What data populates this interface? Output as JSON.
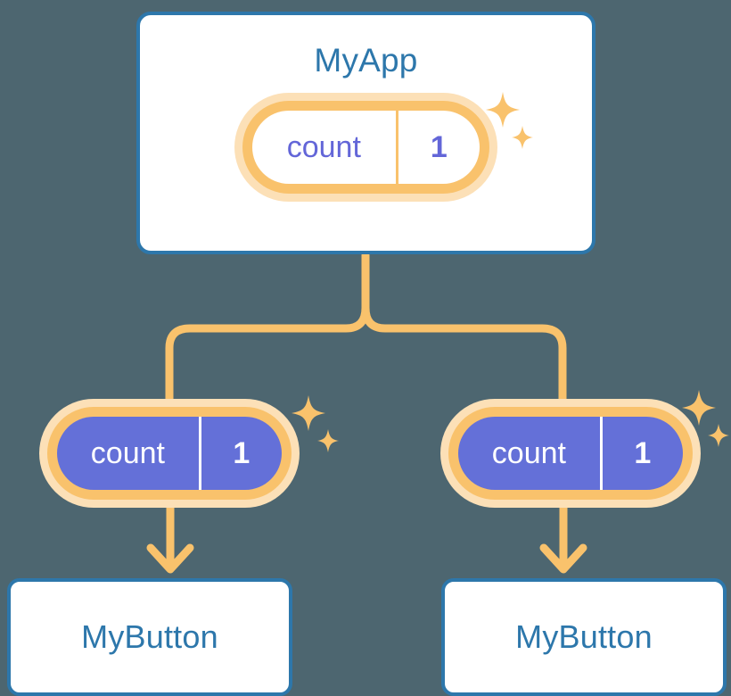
{
  "diagram": {
    "background_color": "#4d6670",
    "accent_orange": "#f9c26c",
    "accent_orange_glow": "#fce0b7",
    "accent_blue": "#2d77ab",
    "accent_purple": "#6470d8"
  },
  "root": {
    "component_name": "MyApp",
    "state": {
      "key": "count",
      "value": "1"
    },
    "sparkle_icon": "sparkles-icon"
  },
  "children": [
    {
      "component_name": "MyButton",
      "state": {
        "key": "count",
        "value": "1"
      },
      "sparkle_icon": "sparkles-icon"
    },
    {
      "component_name": "MyButton",
      "state": {
        "key": "count",
        "value": "1"
      },
      "sparkle_icon": "sparkles-icon"
    }
  ],
  "connectors": {
    "fork_icon": "tree-fork-connector",
    "arrow_icon": "arrow-down-icon"
  }
}
